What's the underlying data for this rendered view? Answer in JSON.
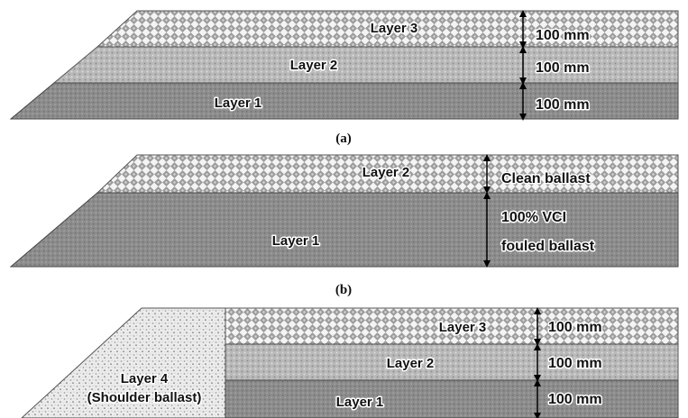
{
  "panel_a": {
    "caption": "(a)",
    "layer3": "Layer 3",
    "layer2": "Layer 2",
    "layer1": "Layer 1",
    "dim3": "100 mm",
    "dim2": "100 mm",
    "dim1": "100 mm"
  },
  "panel_b": {
    "caption": "(b)",
    "layer2": "Layer 2",
    "layer1": "Layer 1",
    "dim_top": "Clean ballast",
    "dim_bottom_line1": "100% VCI",
    "dim_bottom_line2": "fouled ballast"
  },
  "panel_c": {
    "layer4_line1": "Layer 4",
    "layer4_line2": "(Shoulder ballast)",
    "layer3": "Layer 3",
    "layer2": "Layer 2",
    "layer1": "Layer 1",
    "dim3": "100 mm",
    "dim2": "100 mm",
    "dim1": "100 mm"
  },
  "colors": {
    "checker_light": "#f4f4f4",
    "checker_dark": "#9a9a9a",
    "layer2_fill": "#b8b8b8",
    "layer1_fill": "#8e8e8e",
    "shoulder_fill": "#e6e6e6",
    "arrow": "#000000"
  }
}
